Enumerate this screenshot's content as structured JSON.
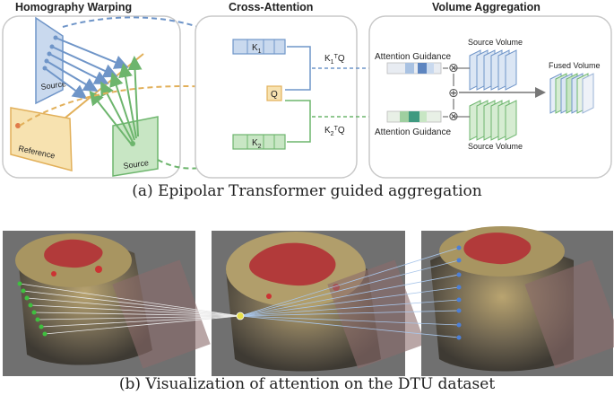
{
  "panel_a": {
    "homography": {
      "title": "Homography Warping",
      "source_top_label": "Source",
      "reference_label": "Reference",
      "source_bottom_label": "Source"
    },
    "cross_attention": {
      "title": "Cross-Attention",
      "k1": "K",
      "k1_sub": "1",
      "q": "Q",
      "k2": "K",
      "k2_sub": "2",
      "k1tq": "K",
      "k1tq_sub": "1",
      "k1tq_tail": "TQ",
      "k2tq": "K",
      "k2tq_sub": "2",
      "k2tq_tail": "TQ"
    },
    "volume": {
      "title": "Volume Aggregation",
      "attention_guidance_top": "Attention Guidance",
      "attention_guidance_bottom": "Attention Guidance",
      "source_volume_top": "Source Volume",
      "source_volume_bottom": "Source Volume",
      "fused_volume": "Fused Volume",
      "multiply_symbol": "⊗",
      "add_symbol": "⊕"
    },
    "caption": "(a) Epipolar Transformer guided aggregation"
  },
  "panel_b": {
    "caption": "(b) Visualization of attention on the DTU dataset"
  },
  "colors": {
    "blue": "#6f95c8",
    "blue_fill": "#c9d9ee",
    "green": "#6db56d",
    "green_fill": "#c8e6c4",
    "orange": "#e2b05a",
    "orange_fill": "#f7e2b0",
    "panel_border": "#c9c9c9",
    "photo_bg": "#6a6a6a"
  }
}
